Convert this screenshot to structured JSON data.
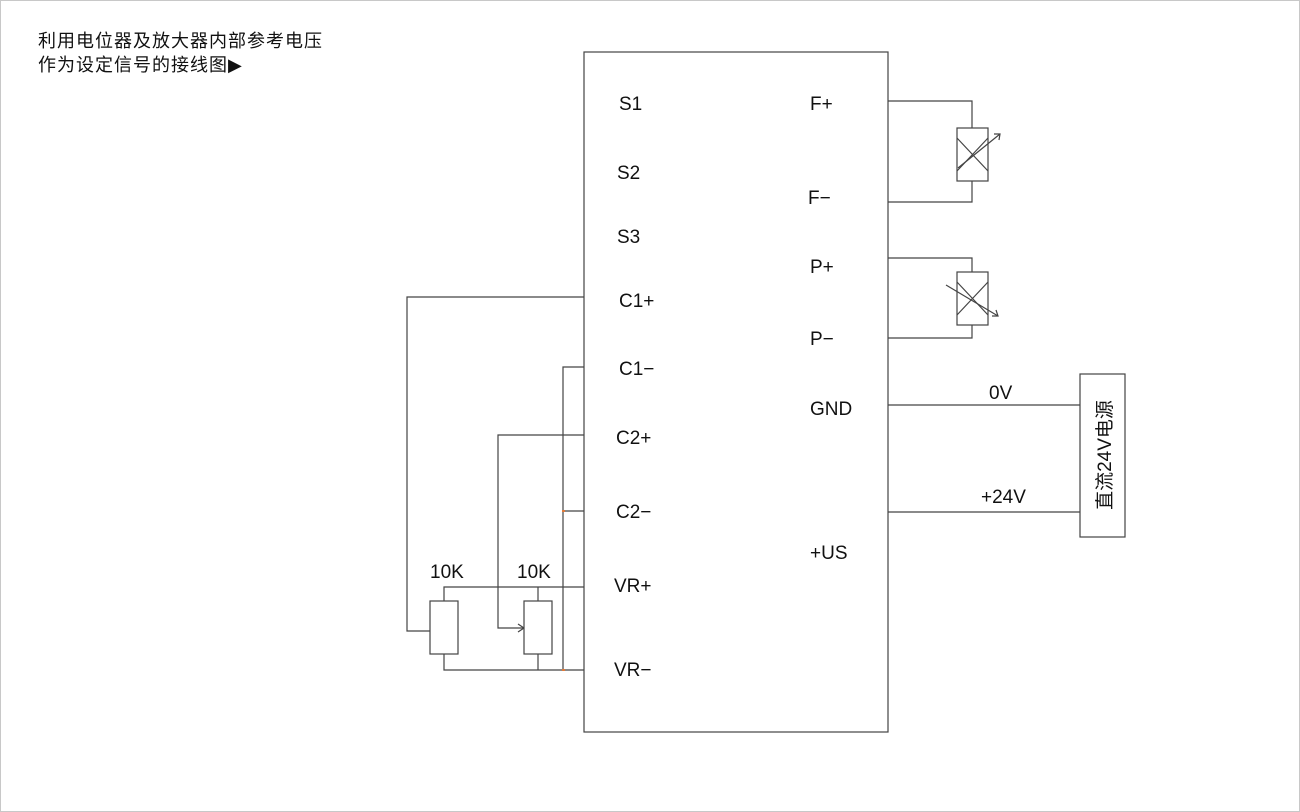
{
  "title": {
    "line1": "利用电位器及放大器内部参考电压",
    "line2": "作为设定信号的接线图▶"
  },
  "terminals_left": [
    "S1",
    "S2",
    "S3",
    "C1+",
    "C1−",
    "C2+",
    "C2−",
    "VR+",
    "VR−"
  ],
  "terminals_right": [
    "F+",
    "F−",
    "P+",
    "P−",
    "GND",
    "+US"
  ],
  "potentiometers": [
    "10K",
    "10K"
  ],
  "power_supply": {
    "label": "直流24V电源",
    "wire_0v": "0V",
    "wire_24v": "+24V"
  }
}
